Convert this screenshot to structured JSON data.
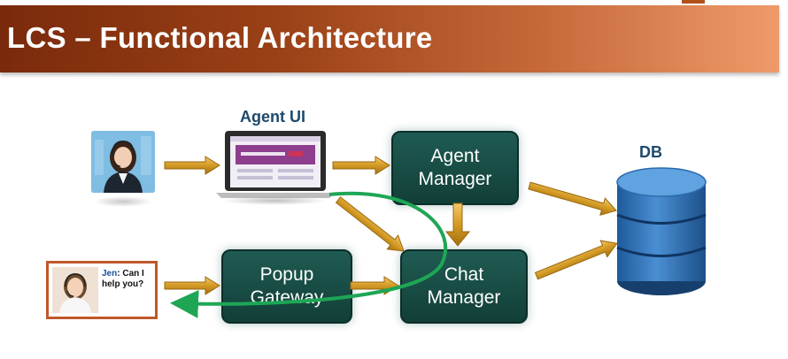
{
  "slide": {
    "title": "LCS – Functional Architecture"
  },
  "labels": {
    "agent_ui": "Agent UI",
    "db": "DB"
  },
  "nodes": {
    "agent_manager": [
      "Agent",
      "Manager"
    ],
    "popup_gateway": [
      "Popup",
      "Gateway"
    ],
    "chat_manager": [
      "Chat",
      "Manager"
    ]
  },
  "popup": {
    "name": "Jen",
    "message": "Can I help you?"
  },
  "colors": {
    "title_gradient_start": "#7a2a0c",
    "title_gradient_end": "#ef9a6a",
    "node_fill": "#174c45",
    "arrow_gold": "#c8901a",
    "return_path_green": "#1ea655",
    "db_blue": "#2f6fb4",
    "label_blue": "#1d4a6b"
  },
  "icons": {
    "agent": "agent-headset-icon",
    "laptop": "laptop-icon",
    "database": "database-cylinder-icon",
    "customer": "customer-support-icon"
  }
}
